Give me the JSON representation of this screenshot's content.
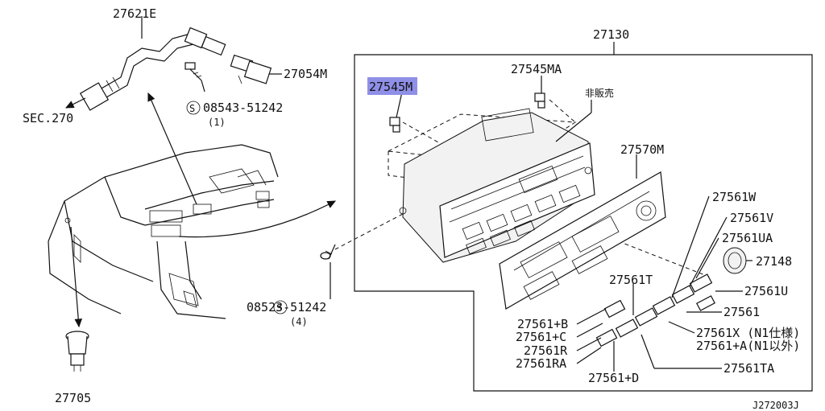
{
  "labels": {
    "p27621e": "27621E",
    "p27054m": "27054M",
    "sec270": "SEC.270",
    "s08543": "08543-51242",
    "s08543_qty": "(1)",
    "p27130": "27130",
    "p27545ma": "27545MA",
    "p27545m": "27545M",
    "hihanbai": "非販売",
    "p27570m": "27570M",
    "p27561w": "27561W",
    "p27561v": "27561V",
    "p27561ua": "27561UA",
    "p27148": "27148",
    "p27561t": "27561T",
    "p27561u": "27561U",
    "p27561": "27561",
    "s08523": "08523-51242",
    "s08523_qty": "(4)",
    "p27561b": "27561+B",
    "p27561c": "27561+C",
    "p27561r": "27561R",
    "p27561ra": "27561RA",
    "p27561x": "27561X (N1仕様)",
    "p27561a": "27561+A(N1以外)",
    "p27561d": "27561+D",
    "p27561ta": "27561TA",
    "p27705": "27705",
    "screw_mark": "S",
    "diagram_code": "J272003J"
  },
  "colors": {
    "line": "#111111",
    "highlight": "#8f8fe8",
    "background": "#ffffff"
  },
  "highlighted_part": "27545M",
  "icons": [
    "arrow-icon",
    "screw-symbol-icon"
  ]
}
